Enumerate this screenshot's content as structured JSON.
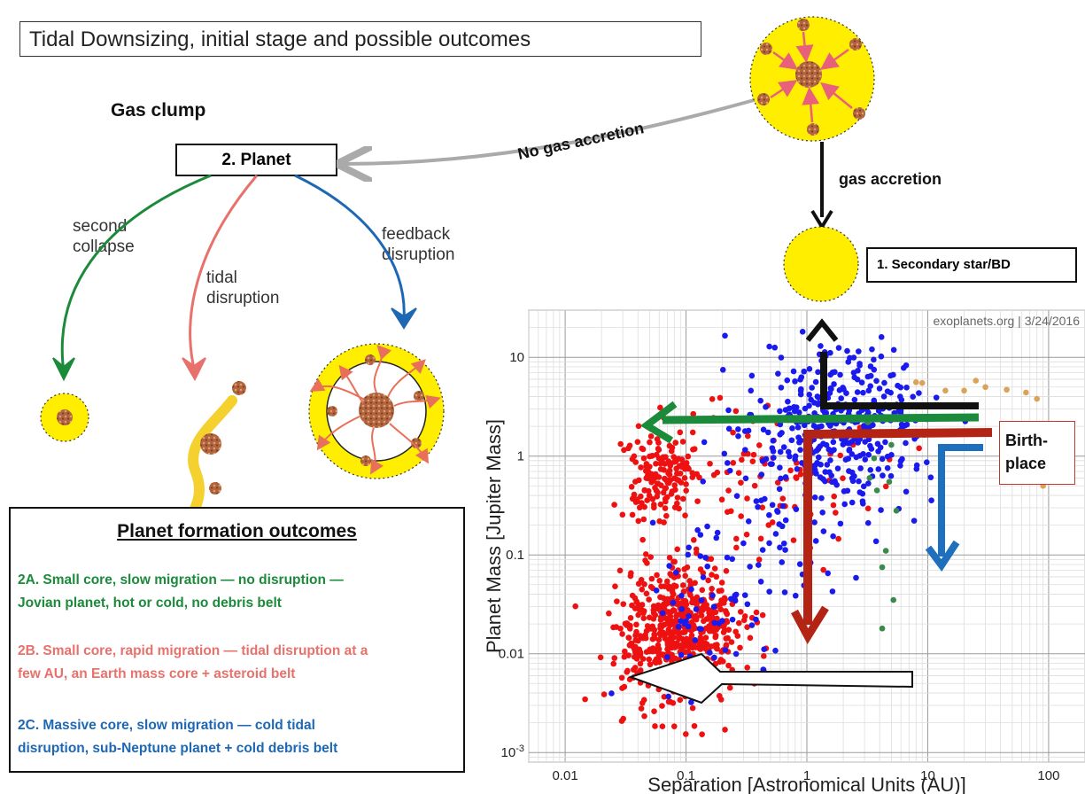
{
  "title": "Tidal Downsizing, initial stage and possible outcomes",
  "gas_clump_label": "Gas clump",
  "planet_box": "2. Planet",
  "no_gas_accretion": "No gas accretion",
  "gas_accretion": "gas accretion",
  "secondary_box": "1.   Secondary star/BD",
  "branch_labels": {
    "second_collapse": [
      "second",
      "collapse"
    ],
    "tidal_disruption": [
      "tidal",
      "disruption"
    ],
    "feedback_disruption": [
      "feedback",
      "disruption"
    ]
  },
  "outcomes": {
    "title": "Planet formation outcomes",
    "items": [
      {
        "lines": [
          "2A. Small core, slow migration — no disruption —",
          "Jovian planet, hot or cold, no debris belt"
        ]
      },
      {
        "lines": [
          "2B. Small core, rapid migration — tidal disruption at a",
          "few AU, an Earth mass core + asteroid belt"
        ]
      },
      {
        "lines": [
          "2C. Massive core, slow migration — cold tidal",
          "disruption, sub-Neptune planet + cold debris belt"
        ]
      }
    ]
  },
  "birthplace": [
    "Birth-",
    "place"
  ],
  "colors": {
    "green": "#1b8a3a",
    "salmon": "#e8716c",
    "blue": "#1d68b5",
    "yellow": "#ffee00",
    "red_points": "#ee1111",
    "blue_points": "#1a1aee",
    "green_points": "#3a8a4a",
    "tan_points": "#d9a45a"
  },
  "chart_data": {
    "type": "scatter",
    "credit": "exoplanets.org | 3/24/2016",
    "xlabel": "Separation [Astronomical Units (AU)]",
    "ylabel": "Planet Mass [Jupiter Mass]",
    "xscale": "log",
    "yscale": "log",
    "xlim": [
      0.005,
      200
    ],
    "ylim": [
      0.0008,
      30
    ],
    "x_ticks": [
      "0.01",
      "0.1",
      "1",
      "10",
      "100"
    ],
    "y_ticks": [
      "10",
      "1",
      "0.1",
      "0.01",
      "10^-3"
    ],
    "grid": true,
    "series": [
      {
        "clusters": [
          {
            "cx": 0.09,
            "cy": 0.018,
            "sx": 0.25,
            "sy": 0.32,
            "n": 520
          },
          {
            "cx": 0.06,
            "cy": 0.7,
            "sx": 0.15,
            "sy": 0.22,
            "n": 150
          },
          {
            "cx": 0.4,
            "cy": 0.5,
            "sx": 0.45,
            "sy": 0.45,
            "n": 90
          },
          {
            "cx": 0.05,
            "cy": 0.006,
            "sx": 0.2,
            "sy": 0.3,
            "n": 60
          }
        ]
      },
      {
        "clusters": [
          {
            "cx": 2.0,
            "cy": 2.0,
            "sx": 0.35,
            "sy": 0.4,
            "n": 380
          },
          {
            "cx": 0.35,
            "cy": 0.25,
            "sx": 0.4,
            "sy": 0.45,
            "n": 70
          },
          {
            "cx": 0.15,
            "cy": 0.02,
            "sx": 0.3,
            "sy": 0.35,
            "n": 50
          }
        ]
      },
      {
        "points": [
          [
            3.2,
            2.2
          ],
          [
            5,
            1.3
          ],
          [
            3.8,
            0.45
          ],
          [
            5.5,
            0.28
          ],
          [
            4.5,
            0.11
          ],
          [
            4.2,
            0.075
          ],
          [
            5.2,
            0.035
          ],
          [
            4.2,
            0.018
          ],
          [
            2.4,
            1.7
          ],
          [
            3.6,
            0.95
          ],
          [
            4.8,
            0.55
          ],
          [
            3.3,
            0.6
          ]
        ]
      },
      {
        "points": [
          [
            9,
            5.5
          ],
          [
            14,
            4.6
          ],
          [
            20,
            4.6
          ],
          [
            30,
            5.0
          ],
          [
            45,
            4.7
          ],
          [
            65,
            4.4
          ],
          [
            80,
            3.8
          ],
          [
            90,
            0.5
          ],
          [
            8,
            5.6
          ],
          [
            25,
            5.8
          ]
        ]
      }
    ]
  }
}
